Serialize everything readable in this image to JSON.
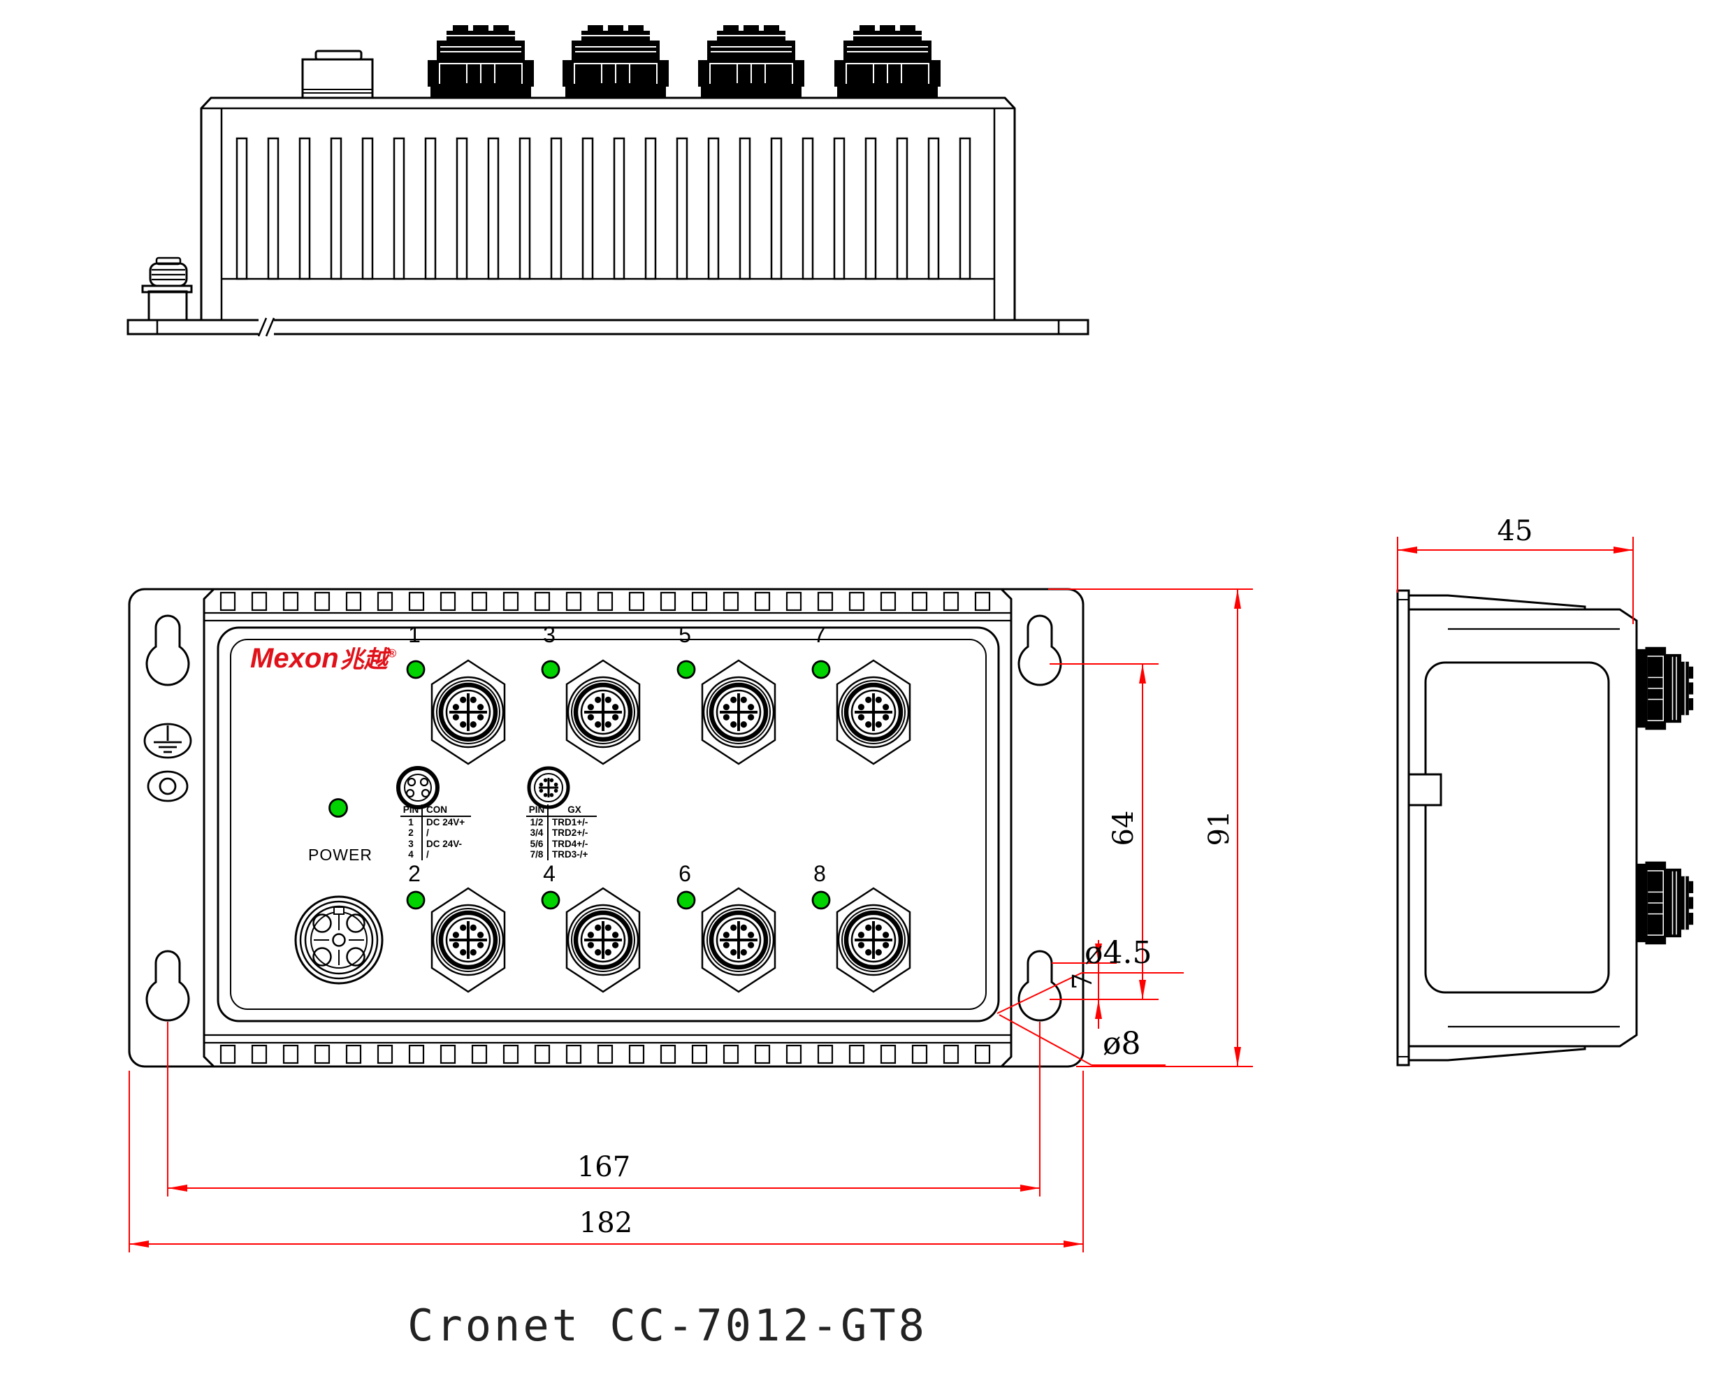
{
  "title": "Cronet CC-7012-GT8",
  "logo": {
    "brand": "Mexon",
    "cjk": "兆越",
    "registered": "®"
  },
  "front": {
    "power_label": "POWER",
    "ports": [
      {
        "label": "1"
      },
      {
        "label": "2"
      },
      {
        "label": "3"
      },
      {
        "label": "4"
      },
      {
        "label": "5"
      },
      {
        "label": "6"
      },
      {
        "label": "7"
      },
      {
        "label": "8"
      }
    ]
  },
  "tables": {
    "con": {
      "headers": [
        "PIN",
        "CON"
      ],
      "rows": [
        [
          "1",
          "DC 24V+"
        ],
        [
          "2",
          "/"
        ],
        [
          "3",
          "DC 24V-"
        ],
        [
          "4",
          "/"
        ]
      ]
    },
    "gx": {
      "headers": [
        "PIN",
        "GX"
      ],
      "rows": [
        [
          "1/2",
          "TRD1+/-"
        ],
        [
          "3/4",
          "TRD2+/-"
        ],
        [
          "5/6",
          "TRD4+/-"
        ],
        [
          "7/8",
          "TRD3-/+"
        ]
      ]
    }
  },
  "dimensions": {
    "side_width": "45",
    "overall_height": "91",
    "hole_spacing": "64",
    "mount_hole_span": "167",
    "overall_width": "182",
    "slot_diameter": "ø4.5",
    "hole_diameter": "ø8",
    "slot_offset": "7"
  },
  "colors": {
    "dimension_lines": "#ff0000",
    "led_green": "#00d300",
    "logo_red": "#e01119",
    "linework": "#000000"
  }
}
